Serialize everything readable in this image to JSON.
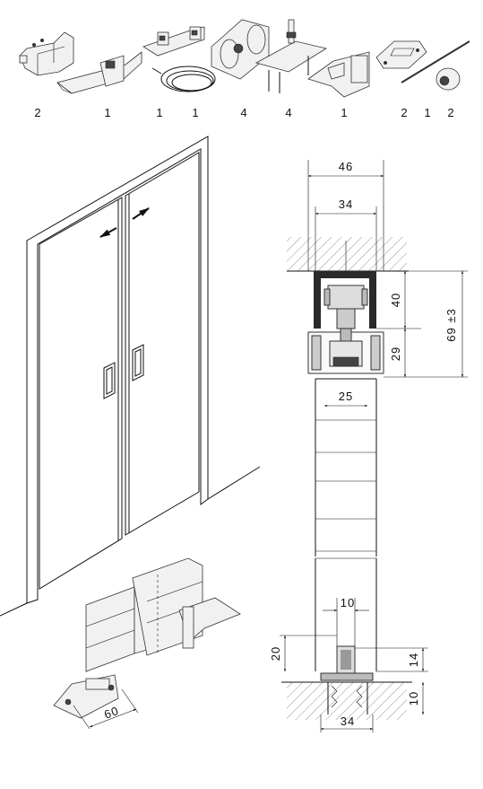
{
  "quantities": [
    "2",
    "1",
    "1",
    "1",
    "4",
    "4",
    "1",
    "2",
    "1",
    "2"
  ],
  "dimensions": {
    "track_width": "46",
    "inner_width": "34",
    "track_height": "40",
    "carriage_height": "29",
    "total_height": "69 ±3",
    "door_groove": "25",
    "guide_width": "10",
    "guide_depth": "20",
    "guide_height": "14",
    "floor_depth": "10",
    "floor_width": "34",
    "stop_length": "60"
  }
}
